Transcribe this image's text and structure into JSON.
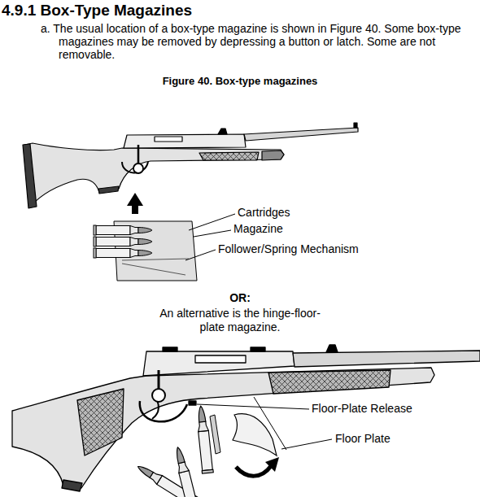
{
  "diagram": {
    "title": "4.9.1 Box-Type Magazines",
    "caption": "Figure 40. Box-type magazines",
    "labels": [
      "a. The usual location of a box-type magazine is shown in Figure 40. Some box-type magazines may be removed by depressing a button or latch. Some are not removable.",
      "Cartridges",
      "Magazine",
      "Follower/Spring Mechanism",
      "OR:",
      "An alternative is the hinge-floor-plate magazine.",
      "Floor-Plate Release",
      "Floor Plate"
    ]
  }
}
